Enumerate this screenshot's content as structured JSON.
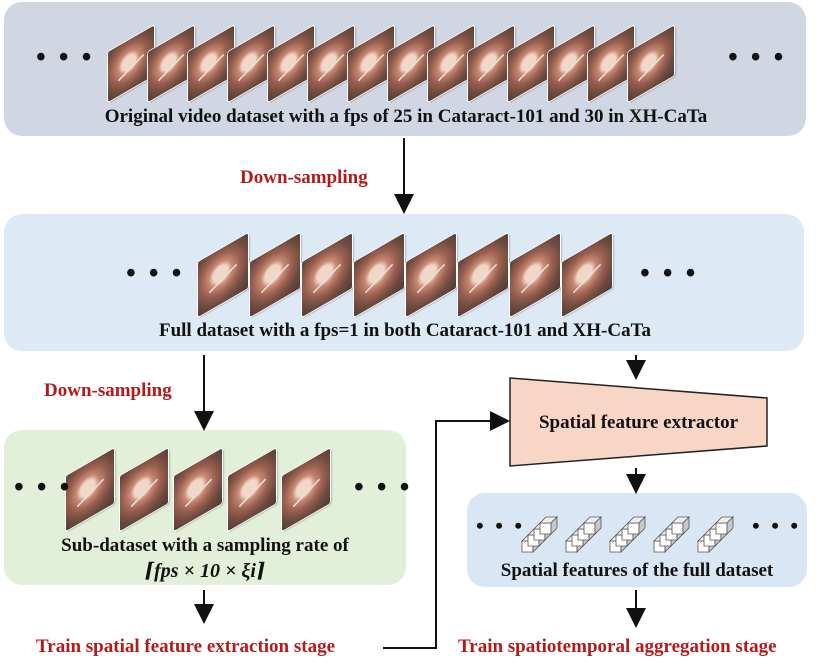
{
  "top": {
    "caption": "Original video dataset with a fps of 25 in Cataract-101 and 30 in XH-CaTa",
    "frame_icon": "surgical-video-frame"
  },
  "downsample1": "Down-sampling",
  "middle": {
    "caption": "Full dataset with a fps=1 in both Cataract-101 and XH-CaTa"
  },
  "downsample2": "Down-sampling",
  "sub": {
    "caption_line1": "Sub-dataset with a sampling rate of",
    "caption_line2": "⌈fps × 10 × ξi⌉"
  },
  "extractor": {
    "label": "Spatial feature extractor"
  },
  "features": {
    "caption": "Spatial features of the full dataset",
    "icon": "feature-vector-stack"
  },
  "stage1": "Train spatial feature extraction stage",
  "stage2": "Train spatiotemporal aggregation stage",
  "ellipsis": "• • •",
  "colors": {
    "red_text": "#b31b1b",
    "box_top": "#d0d7e3",
    "box_middle": "#dde9f5",
    "box_sub": "#e2efd9",
    "box_features": "#d9e6f3",
    "extractor_fill": "#f8d6c5"
  }
}
